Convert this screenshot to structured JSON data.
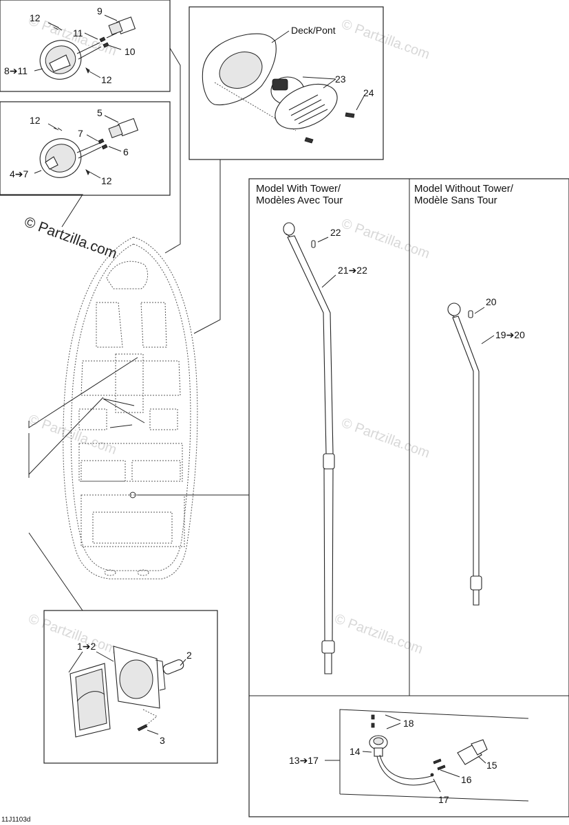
{
  "watermark": {
    "main": "© Partzilla.com",
    "faint": "© Partzilla.com"
  },
  "drawing_code": "11J1103d",
  "callouts": {
    "c12a": "12",
    "c9": "9",
    "c11": "11",
    "c10": "10",
    "c8_11": "8➔11",
    "c12b": "12",
    "c12c": "12",
    "c5": "5",
    "c7": "7",
    "c6": "6",
    "c4_7": "4➔7",
    "c12d": "12",
    "deck": "Deck/Pont",
    "c23": "23",
    "c24": "24",
    "c22": "22",
    "c21_22": "21➔22",
    "c20": "20",
    "c19_20": "19➔20",
    "c1_2": "1➔2",
    "c2": "2",
    "c3": "3",
    "c18": "18",
    "c14": "14",
    "c13_17": "13➔17",
    "c15": "15",
    "c16": "16",
    "c17": "17"
  },
  "panels": {
    "tower": {
      "line1": "Model With Tower/",
      "line2": "Modèles Avec Tour"
    },
    "no_tower": {
      "line1": "Model Without Tower/",
      "line2": "Modèle Sans Tour"
    }
  }
}
